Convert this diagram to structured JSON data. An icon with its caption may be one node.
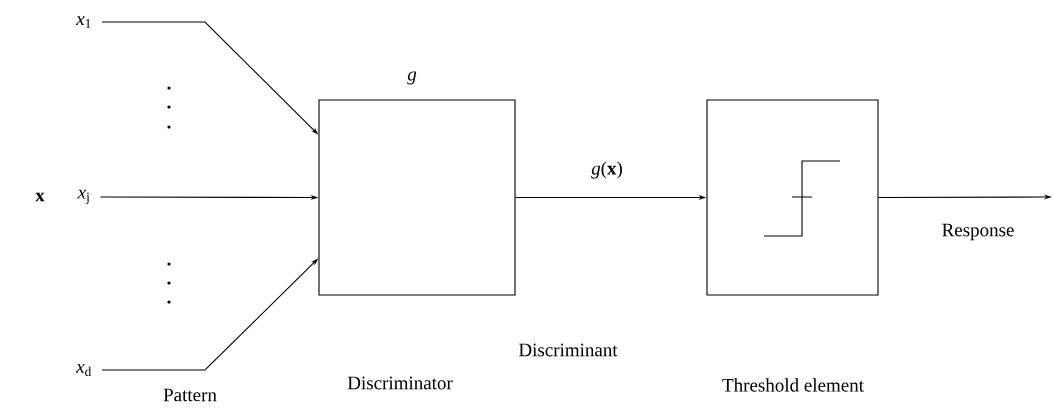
{
  "diagram": {
    "nodes": [
      {
        "text": [
          "*x*$_{1}$"
        ]
      },
      {
        "text": [
          "*x*$_{j}$"
        ]
      },
      {
        "text": [
          "*x*$_{d}$"
        ]
      },
      {
        "text": [
          "g"
        ]
      },
      {
        "text": [],
        "shape": "box"
      }
    ],
    "edges": [
      {
        "from": 0,
        "to": 3,
        "arrow": "to"
      },
      {
        "from": 1,
        "to": 3,
        "arrow": "to"
      },
      {
        "from": 2,
        "to": 3,
        "arrow": "to"
      },
      {
        "from": 3,
        "to": 4,
        "arrow": "to",
        "label": "*g*(**x**)"
      },
      {
        "from": 4,
        "to": null,
        "arrow": "to",
        "label": "Response"
      }
    ],
    "labels": [
      "x",
      "Discriminant",
      "Discriminator",
      "Threshold element",
      "Pattern"
    ]
  }
}
